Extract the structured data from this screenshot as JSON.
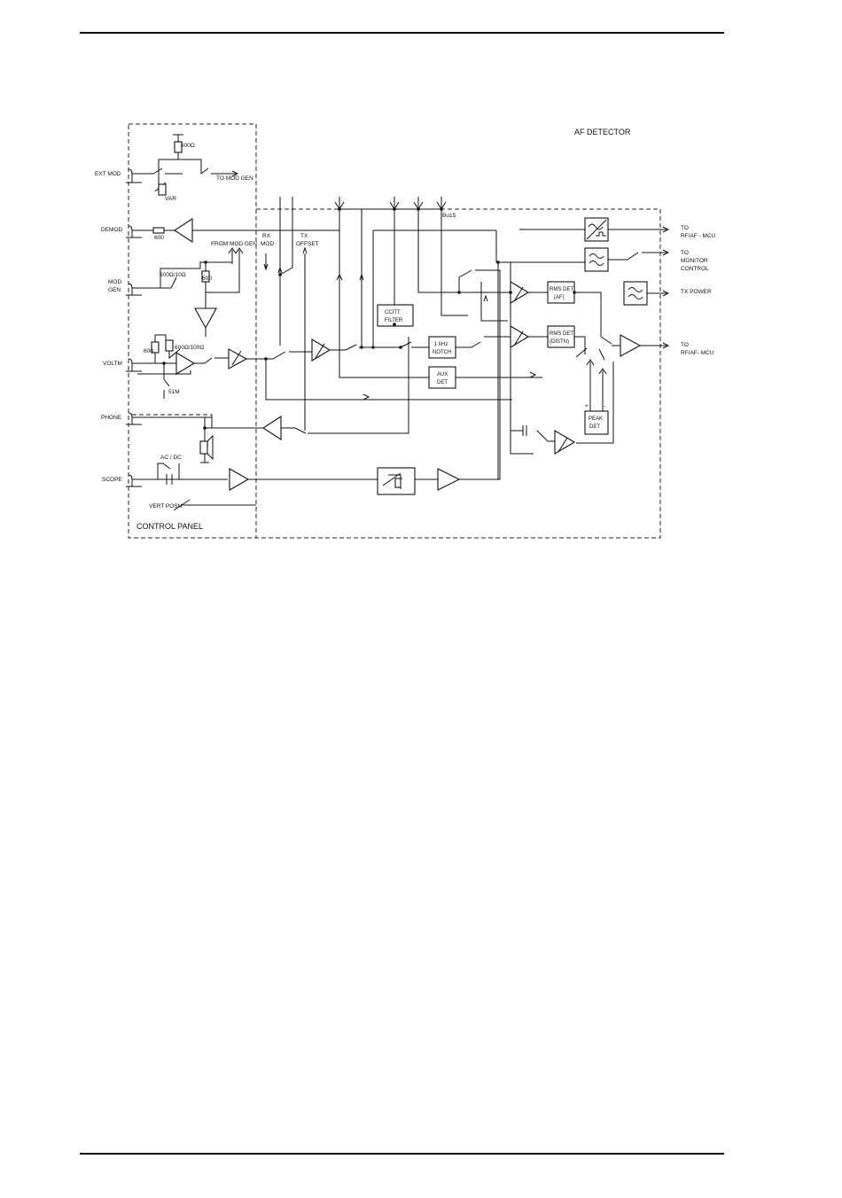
{
  "regions": {
    "af_detector": "AF DETECTOR",
    "control_panel": "CONTROL PANEL"
  },
  "inputs": {
    "ext_mod": "EXT MOD",
    "demod": "DEMOD",
    "mod_gen_1": "MOD",
    "mod_gen_2": "GEN",
    "voltm": "VOLTM",
    "phone": "PHONE",
    "scope": "SCOPE"
  },
  "small_labels": {
    "r600_ohm": "600Ω",
    "var": "VAR",
    "to_mod_gen": "TO MOD GEN",
    "r600": "600",
    "from_mod_gen": "FROM MOD GEN",
    "sw_600_10": "600Ω/10Ω",
    "r600b": "600",
    "r600c": "600",
    "sw_600_100": "600Ω/100Ω",
    "r51m": "51M",
    "ac_dc": "AC / DC",
    "vert_posn": "VERT POSN",
    "rx_mod_1": "RX",
    "rx_mod_2": "MOD",
    "tx_offset_1": "TX",
    "tx_offset_2": "OFFSET",
    "bu15": "Bu15",
    "plus": "+",
    "minus": "-"
  },
  "blocks": {
    "ccitt_1": "CCITT",
    "ccitt_2": "FILTER",
    "notch_1": "1 kHz",
    "notch_2": "NOTCH",
    "aux_1": "AUX",
    "aux_2": "DET",
    "rms_af_1": "RMS DET",
    "rms_af_2": "(AF)",
    "rms_dstn_1": "RMS DET",
    "rms_dstn_2": "(DISTN)",
    "peak_1": "PEAK",
    "peak_2": "DET"
  },
  "outputs": {
    "rf_af_mcu_1a": "TO",
    "rf_af_mcu_1b": "RF/AF - MCU",
    "monitor_a": "TO",
    "monitor_b": "MONITOR",
    "monitor_c": "CONTROL",
    "tx_power": "TX POWER",
    "rf_af_mcu_2a": "TO",
    "rf_af_mcu_2b": "RF/AF- MCU"
  }
}
